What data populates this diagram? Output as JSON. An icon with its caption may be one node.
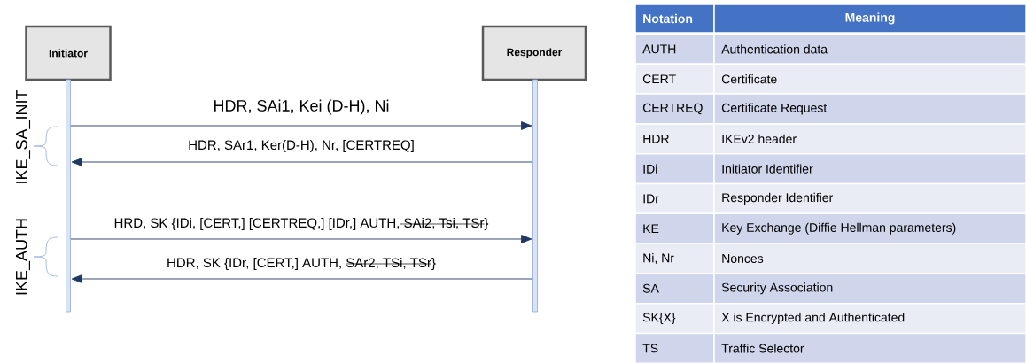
{
  "diagram": {
    "nodes": [
      {
        "text": [
          "Initiator"
        ]
      },
      {
        "text": [
          "Responder"
        ]
      },
      {
        "text": [],
        "shape": "bar"
      },
      {
        "text": [],
        "shape": "bar"
      }
    ],
    "edges": [
      {
        "from": 2,
        "to": 3,
        "arrow": "to",
        "label": "HDR, SAi1, Kei (D-H), Ni"
      },
      {
        "from": 3,
        "to": 2,
        "arrow": "to",
        "label": "HDR, SAr1, Ker(D-H), Nr, [CERTREQ]"
      },
      {
        "from": 2,
        "to": 3,
        "arrow": "to",
        "label": "HRD, SK {IDi, [CERT,] [CERTREQ,] [IDr,] AUTH, SAi2, Tsi, TSr}"
      },
      {
        "from": 3,
        "to": 2,
        "arrow": "to",
        "label": "HDR, SK {IDr, [CERT,] AUTH, SAr2, TSi, TSr}"
      }
    ],
    "labels": [
      "IKE_SA_INIT",
      "IKE_AUTH",
      "Notation",
      "Meaning",
      "AUTH",
      "Authentication data",
      "CERT",
      "Certificate",
      "CERTREQ",
      "Certificate Request",
      "HDR",
      "IKEv2 header",
      "IDi",
      "Initiator Identifier",
      "IDr",
      "Responder Identifier",
      "KE",
      "Key Exchange (Diffie Hellman parameters)",
      "Ni, Nr",
      "Nonces",
      "SA",
      "Security Association",
      "SK{X}",
      "X is Encrypted and Authenticated",
      "TS",
      "Traffic Selector"
    ]
  }
}
